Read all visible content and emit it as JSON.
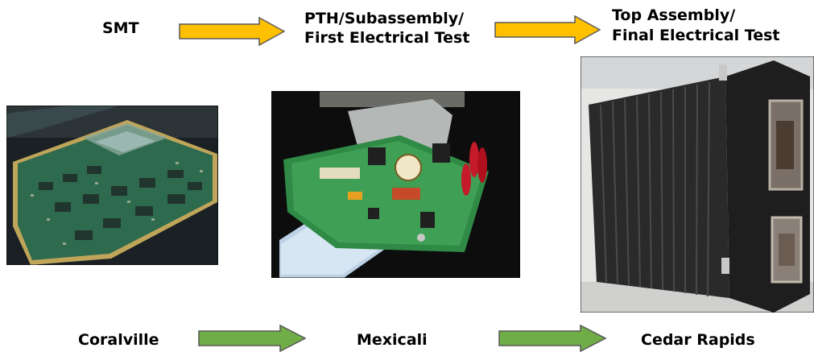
{
  "stages": [
    {
      "label": "SMT"
    },
    {
      "label_line1": "PTH/Subassembly/",
      "label_line2": "First Electrical Test"
    },
    {
      "label_line1": "Top Assembly/",
      "label_line2": "Final Electrical Test"
    }
  ],
  "locations": [
    "Coralville",
    "Mexicali",
    "Cedar Rapids"
  ],
  "colors": {
    "stage_arrow": "#FFC000",
    "location_arrow": "#70AD47",
    "arrow_outline": "#595959"
  },
  "images": [
    "smt-circuit-board-photo",
    "pth-subassembly-board-photo",
    "top-assembly-enclosure-photo"
  ]
}
